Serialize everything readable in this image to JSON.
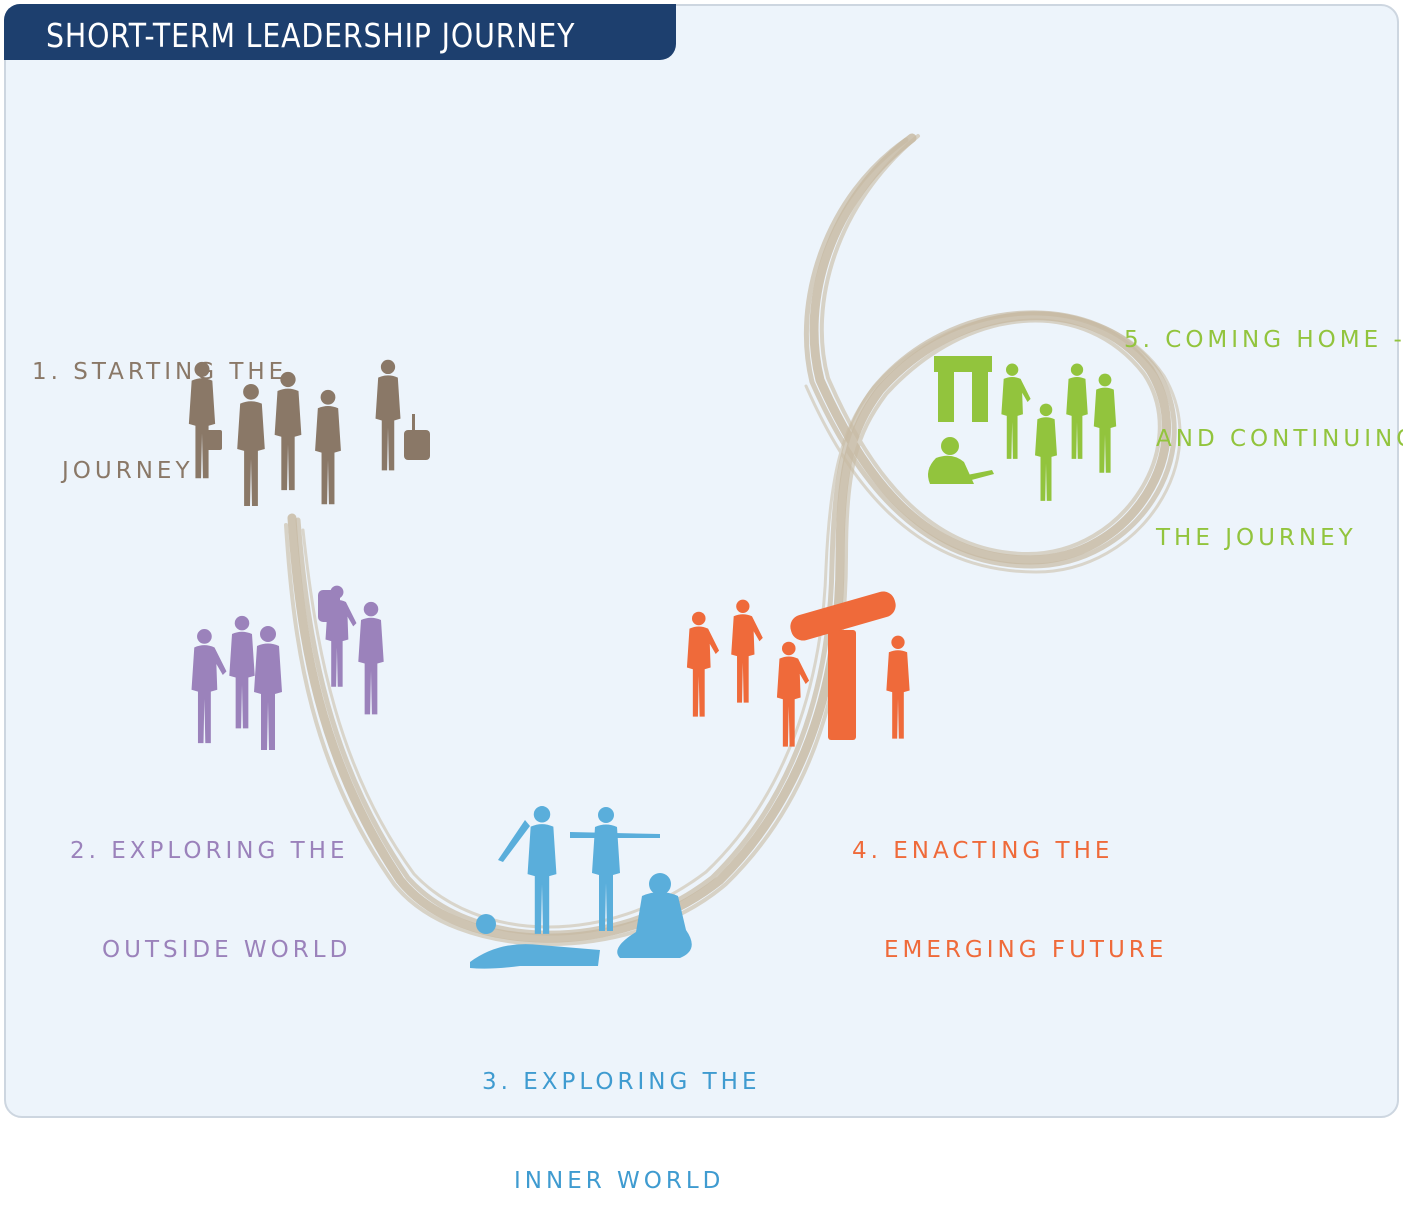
{
  "title": "SHORT-TERM LEADERSHIP JOURNEY",
  "colors": {
    "title_bg": "#1d3f6e",
    "background": "#edf4fb",
    "path": "#c8bba4",
    "stage1": "#8a7867",
    "stage2": "#9b82bb",
    "stage3": "#5aaedb",
    "stage4": "#ef6a3a",
    "stage5": "#92c43d"
  },
  "stages": [
    {
      "line1": "1. STARTING THE",
      "line2": "JOURNEY",
      "icon": "travelers-silhouette-icon"
    },
    {
      "line1": "2. EXPLORING THE",
      "line2": "OUTSIDE WORLD",
      "icon": "hikers-silhouette-icon"
    },
    {
      "line1": "3. EXPLORING THE",
      "line2": "INNER WORLD",
      "icon": "reflection-silhouette-icon"
    },
    {
      "line1": "4. ENACTING THE",
      "line2": "EMERGING FUTURE",
      "icon": "builders-silhouette-icon"
    },
    {
      "line1": "5. COMING HOME -",
      "line2": "AND CONTINUING",
      "line3": "THE JOURNEY",
      "icon": "homecoming-silhouette-icon"
    }
  ]
}
